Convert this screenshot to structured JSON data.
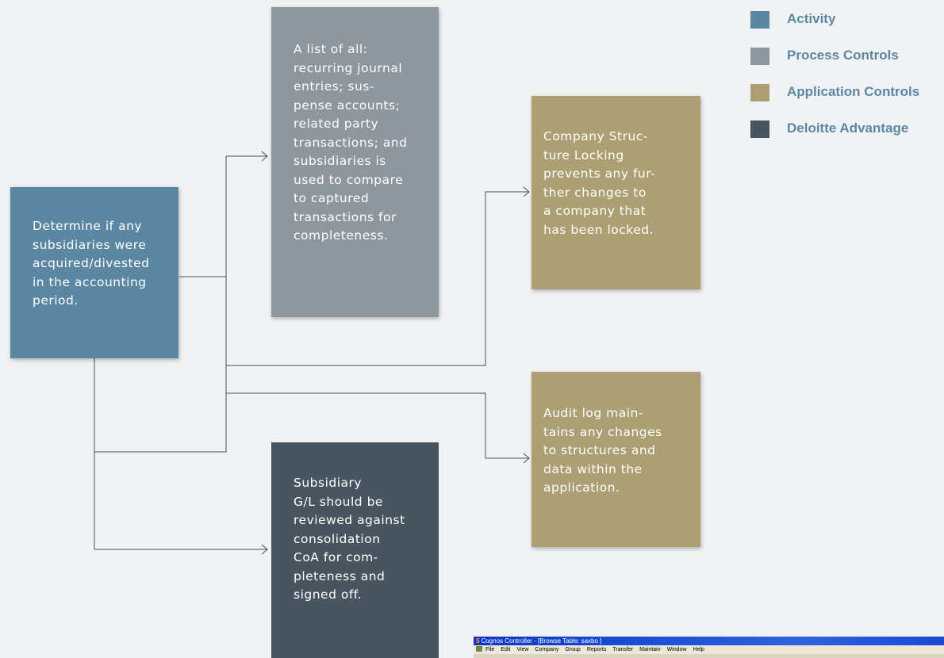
{
  "boxes": {
    "activity_determine": "Determine if any\nsubsidiaries were\nacquired/divested\nin the accounting\nperiod.",
    "process_list": "A list of all:\nrecurring journal\nentries; sus-\npense accounts;\nrelated party\ntransactions; and\nsubsidiaries is\nused to compare\nto captured\ntransactions for\ncompleteness.",
    "app_structure_locking": "Company Struc-\nture Locking\nprevents any fur-\nther changes to\na company that\nhas been locked.",
    "app_audit_log": "Audit log main-\ntains any changes\nto structures and\ndata within the\napplication.",
    "deloitte_subsidiary": "Subsidiary\nG/L should be\nreviewed against\nconsolidation\nCoA for com-\npleteness and\nsigned off."
  },
  "legend": [
    {
      "label": "Activity",
      "color": "#5b87a3"
    },
    {
      "label": "Process Controls",
      "color": "#8f979e"
    },
    {
      "label": "Application Controls",
      "color": "#ab9f73"
    },
    {
      "label": "Deloitte Advantage",
      "color": "#485560"
    }
  ],
  "app_window": {
    "title": "Cognos Controller - [Browse Table: saxbo           ]",
    "menu": [
      "File",
      "Edit",
      "View",
      "Company",
      "Group",
      "Reports",
      "Transfer",
      "Maintain",
      "Window",
      "Help"
    ]
  }
}
